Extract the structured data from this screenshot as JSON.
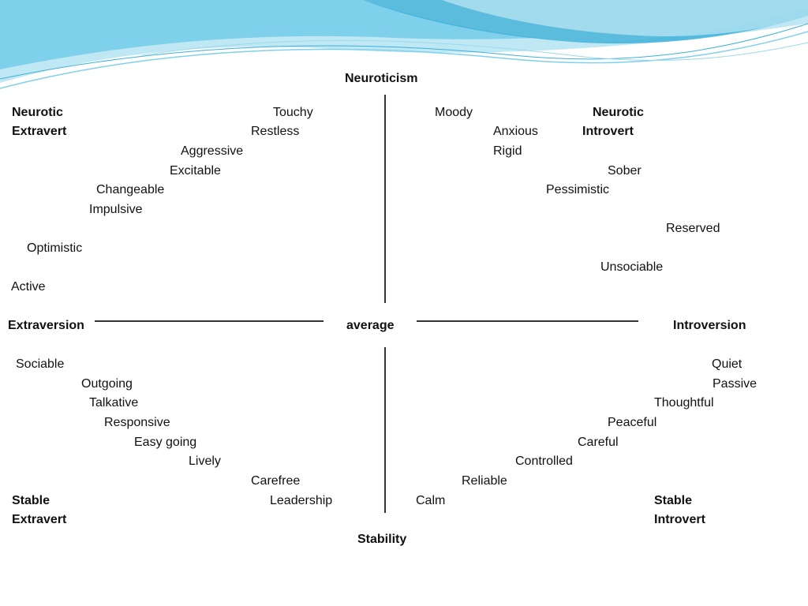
{
  "axes": {
    "top": "Neuroticism",
    "bottom": "Stability",
    "left": "Extraversion",
    "right": "Introversion",
    "center": "average"
  },
  "quadrants": {
    "neurotic_extravert": {
      "line1": "Neurotic",
      "line2": "Extravert"
    },
    "neurotic_introvert": {
      "line1": "Neurotic",
      "line2": "Introvert"
    },
    "stable_extravert": {
      "line1": "Stable",
      "line2": "Extravert"
    },
    "stable_introvert": {
      "line1": "Stable",
      "line2": "Introvert"
    }
  },
  "traits": {
    "neurotic_extravert": [
      "Touchy",
      "Restless",
      "Aggressive",
      "Excitable",
      "Changeable",
      "Impulsive",
      "Optimistic",
      "Active"
    ],
    "neurotic_introvert": [
      "Moody",
      "Anxious",
      "Rigid",
      "Sober",
      "Pessimistic",
      "Reserved",
      "Unsociable"
    ],
    "stable_extravert": [
      "Sociable",
      "Outgoing",
      "Talkative",
      "Responsive",
      "Easy going",
      "Lively",
      "Carefree",
      "Leadership"
    ],
    "stable_introvert": [
      "Quiet",
      "Passive",
      "Thoughtful",
      "Peaceful",
      "Careful",
      "Controlled",
      "Reliable",
      "Calm"
    ]
  },
  "colors": {
    "wave_light": "#bfe8f4",
    "wave_mid": "#7fd0ea",
    "wave_dark": "#3fb0d8",
    "line": "#333333"
  }
}
